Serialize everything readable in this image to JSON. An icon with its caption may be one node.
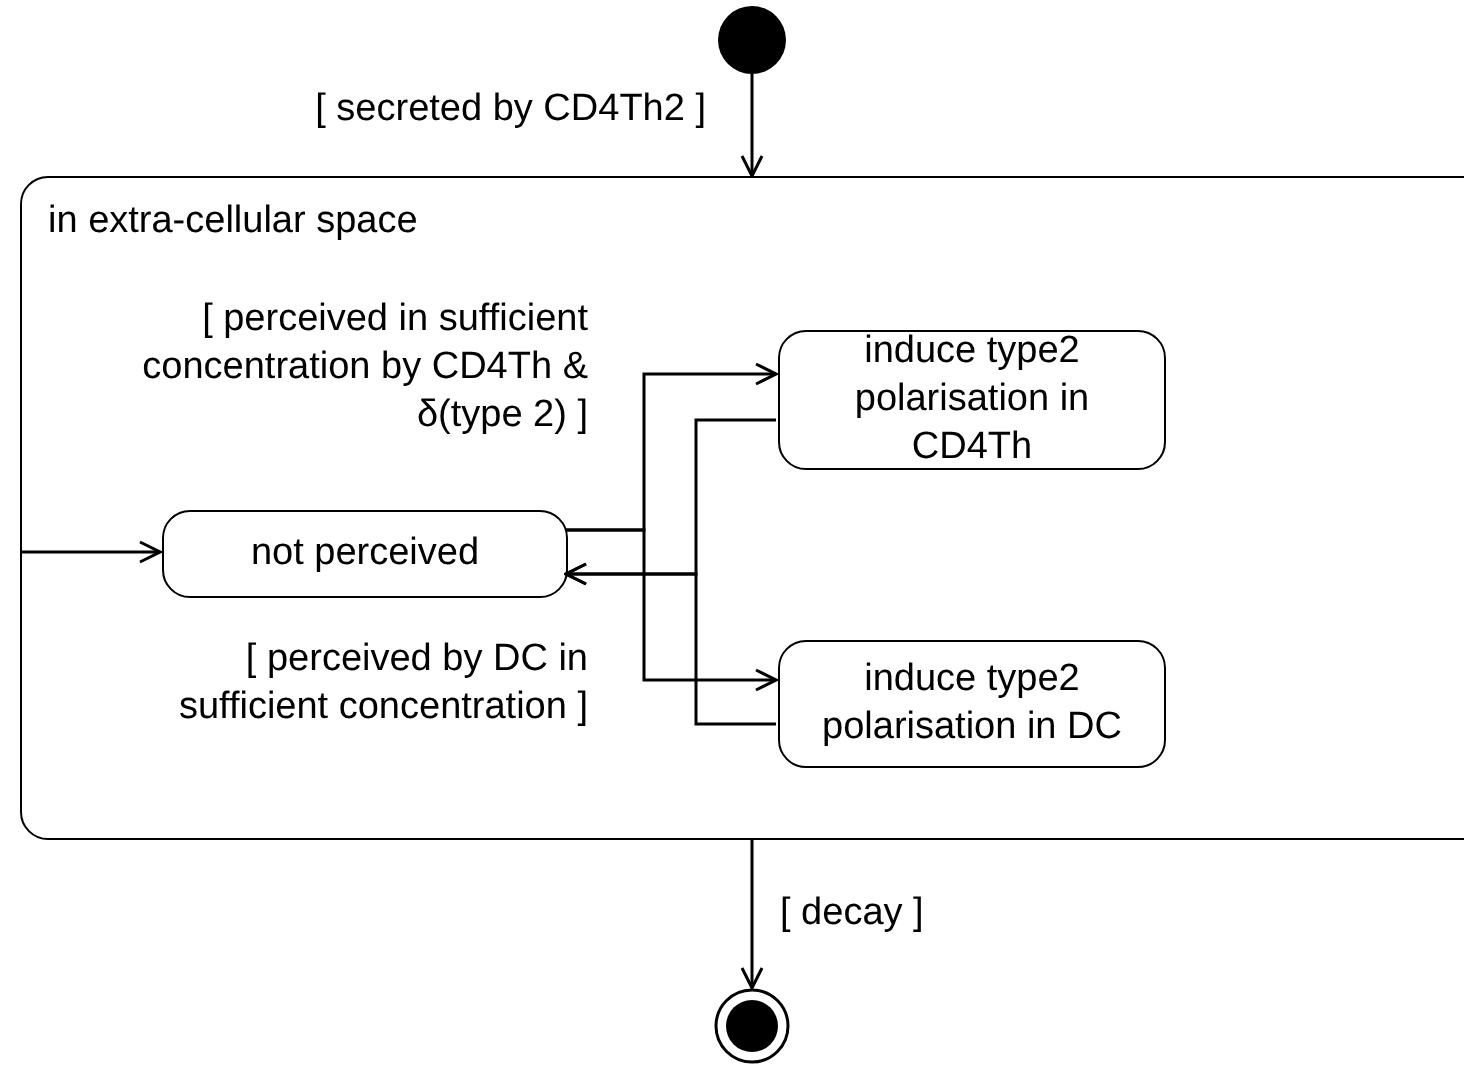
{
  "diagram": {
    "nodes": [
      {
        "text": [],
        "shape": "circle"
      },
      {
        "text": [
          "in extra-cellular space"
        ]
      },
      {
        "text": [
          "not perceived"
        ],
        "in": 1
      },
      {
        "text": [
          "induce type2 polarisation in CD4Th"
        ],
        "in": 1
      },
      {
        "text": [
          "induce type2 polarisation in DC"
        ],
        "in": 1
      },
      {
        "text": [],
        "shape": "circle"
      }
    ],
    "edges": [
      {
        "from": 0,
        "to": 1,
        "arrow": "to",
        "label": "[ secreted by CD4Th2 ]"
      },
      {
        "from": 1,
        "to": 2,
        "arrow": "to"
      },
      {
        "from": 2,
        "to": 3,
        "arrow": "to",
        "label": "[ perceived in sufficient concentration by CD4Th & δ(type 2) ]"
      },
      {
        "from": 2,
        "to": 4,
        "arrow": "to",
        "label": "[ perceived by DC in sufficient concentration ]"
      },
      {
        "from": 3,
        "to": 2,
        "arrow": "to"
      },
      {
        "from": 4,
        "to": 2,
        "arrow": "to"
      },
      {
        "from": 1,
        "to": 5,
        "arrow": "to",
        "label": "[ decay ]"
      }
    ]
  }
}
